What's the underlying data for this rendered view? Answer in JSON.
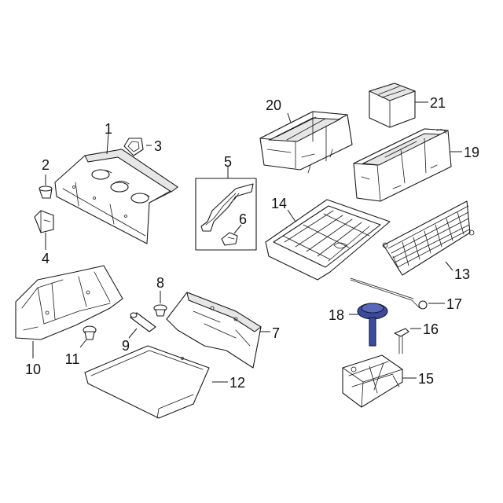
{
  "colors": {
    "line": "#1a1a1a",
    "highlight": "#3b4a9c",
    "background": "#ffffff"
  },
  "callouts": {
    "c1": "1",
    "c2": "2",
    "c3": "3",
    "c4": "4",
    "c5": "5",
    "c6": "6",
    "c7": "7",
    "c8": "8",
    "c9": "9",
    "c10": "10",
    "c11": "11",
    "c12": "12",
    "c13": "13",
    "c14": "14",
    "c15": "15",
    "c16": "16",
    "c17": "17",
    "c18": "18",
    "c19": "19",
    "c20": "20",
    "c21": "21"
  }
}
